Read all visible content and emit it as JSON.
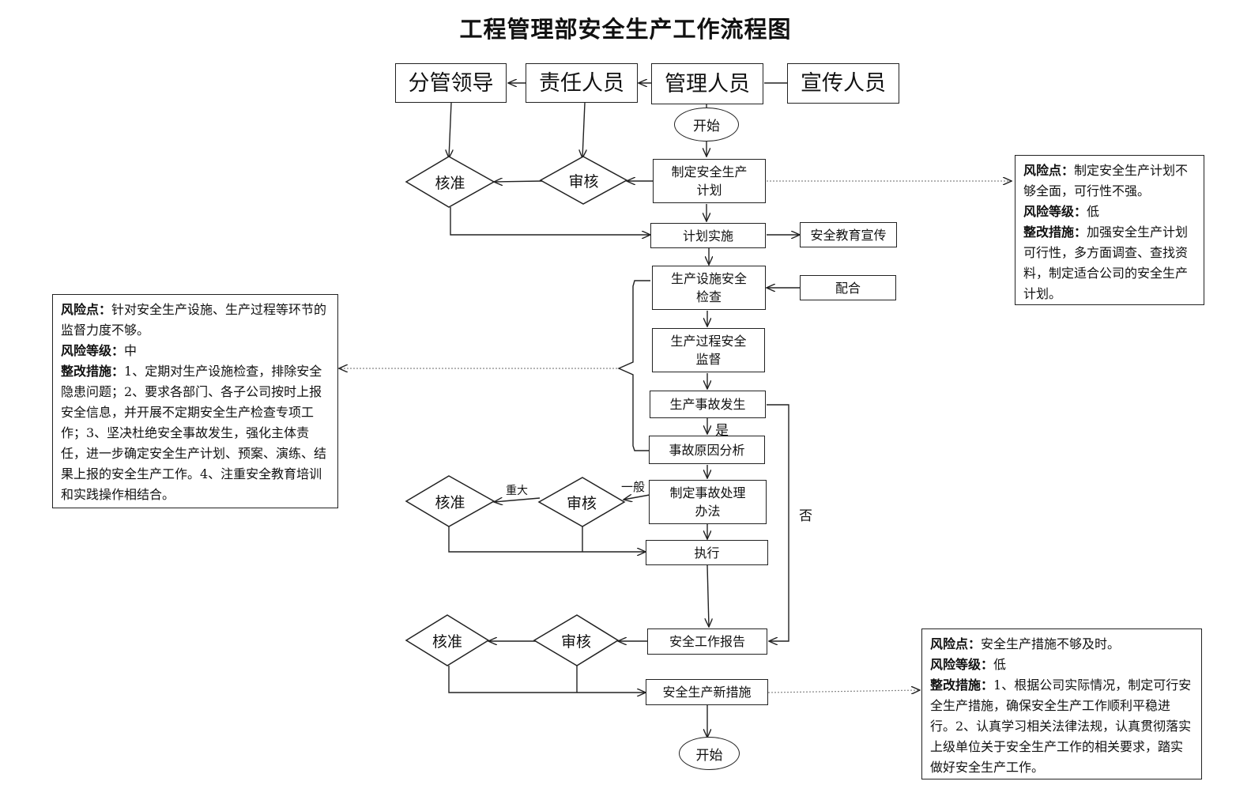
{
  "title": "工程管理部安全生产工作流程图",
  "roles": [
    "分管领导",
    "责任人员",
    "管理人员",
    "宣传人员"
  ],
  "nodes": {
    "start": "开始",
    "plan": "制定安全生产计划",
    "implement": "计划实施",
    "education": "安全教育宣传",
    "facility_check": "生产设施安全检查",
    "cooperate": "配合",
    "process_supervision": "生产过程安全监督",
    "accident": "生产事故发生",
    "cause_analysis": "事故原因分析",
    "handling": "制定事故处理办法",
    "execute": "执行",
    "report": "安全工作报告",
    "new_measures": "安全生产新措施",
    "end": "开始"
  },
  "decisions": {
    "approve": "核准",
    "review": "审核"
  },
  "edge_labels": {
    "yes": "是",
    "no": "否",
    "major": "重大",
    "general": "一般"
  },
  "notes": {
    "risk_label": "风险点：",
    "level_label": "风险等级：",
    "measure_label": "整改措施：",
    "right_top": {
      "risk": "制定安全生产计划不够全面，可行性不强。",
      "level": "低",
      "measures": "加强安全生产计划可行性，多方面调查、查找资料，制定适合公司的安全生产计划。"
    },
    "left": {
      "risk": "针对安全生产设施、生产过程等环节的监督力度不够。",
      "level": "中",
      "measures": "1、定期对生产设施检查，排除安全隐患问题；2、要求各部门、各子公司按时上报安全信息，并开展不定期安全生产检查专项工作；3、坚决杜绝安全事故发生，强化主体责任，进一步确定安全生产计划、预案、演练、结果上报的安全生产工作。4、注重安全教育培训和实践操作相结合。"
    },
    "right_bottom": {
      "risk": "安全生产措施不够及时。",
      "level": "低",
      "measures": "1、根据公司实际情况，制定可行安全生产措施，确保安全生产工作顺利平稳进行。2、认真学习相关法律法规，认真贯彻落实上级单位关于安全生产工作的相关要求，踏实做好安全生产工作。"
    }
  }
}
